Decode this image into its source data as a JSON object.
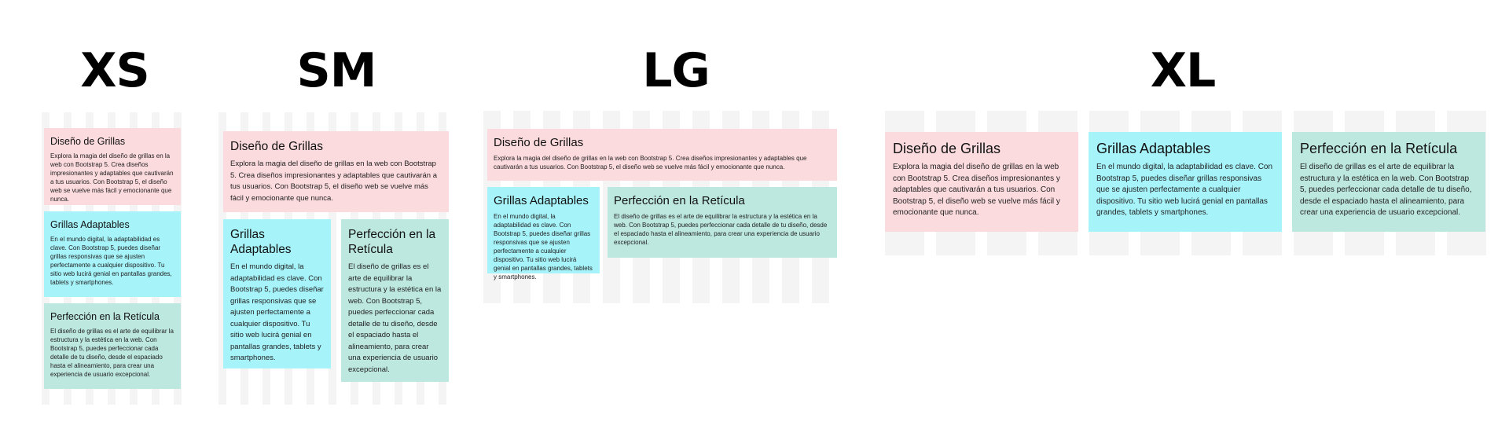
{
  "headings": {
    "xs": "XS",
    "sm": "SM",
    "lg": "LG",
    "xl": "XL"
  },
  "cards": {
    "grid_design": {
      "title": "Diseño de Grillas",
      "text": "Explora la magia del diseño de grillas en la web con Bootstrap 5. Crea diseños impresionantes y adaptables que cautivarán a tus usuarios. Con Bootstrap 5, el diseño web se vuelve más fácil y emocionante que nunca."
    },
    "adaptive_grids": {
      "title": "Grillas Adaptables",
      "text": "En el mundo digital, la adaptabilidad es clave. Con Bootstrap 5, puedes diseñar grillas responsivas que se ajusten perfectamente a cualquier dispositivo. Tu sitio web lucirá genial en pantallas grandes, tablets y smartphones."
    },
    "grid_perfection": {
      "title": "Perfección en la Retícula",
      "text": "El diseño de grillas es el arte de equilibrar la estructura y la estética en la web. Con Bootstrap 5, puedes perfeccionar cada detalle de tu diseño, desde el espaciado hasta el alineamiento, para crear una experiencia de usuario excepcional."
    }
  },
  "colors": {
    "pink": "#fcdbde",
    "cyan": "#a6f4fa",
    "teal": "#bde8df",
    "grid_column": "#f4f4f4"
  }
}
